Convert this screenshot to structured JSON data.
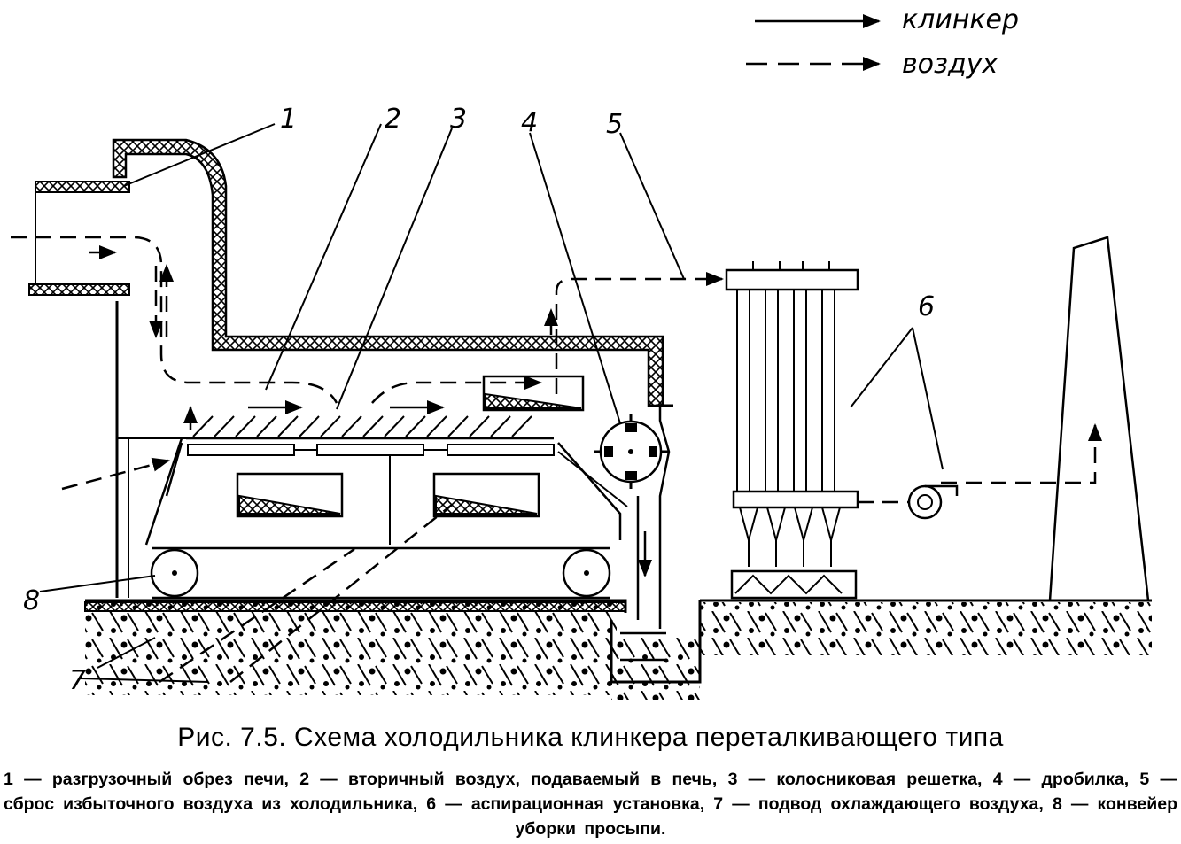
{
  "legend": {
    "solid_label": "клинкер",
    "dashed_label": "воздух"
  },
  "callouts": [
    "1",
    "2",
    "3",
    "4",
    "5",
    "6",
    "7",
    "8"
  ],
  "caption": {
    "title": "Рис. 7.5. Схема холодильника клинкера переталкивающего типа",
    "items": [
      "1 — разгрузочный обрез печи,",
      "2 — вторичный воздух, подаваемый в печь,",
      "3 — колосниковая решетка,",
      "4 — дробилка,",
      "5 — сброс избыточного воздуха из холодильника,",
      "6 — аспирационная установка,",
      "7 — подвод охлаждающего воздуха,",
      "8 — конвейер уборки просыпи."
    ]
  }
}
